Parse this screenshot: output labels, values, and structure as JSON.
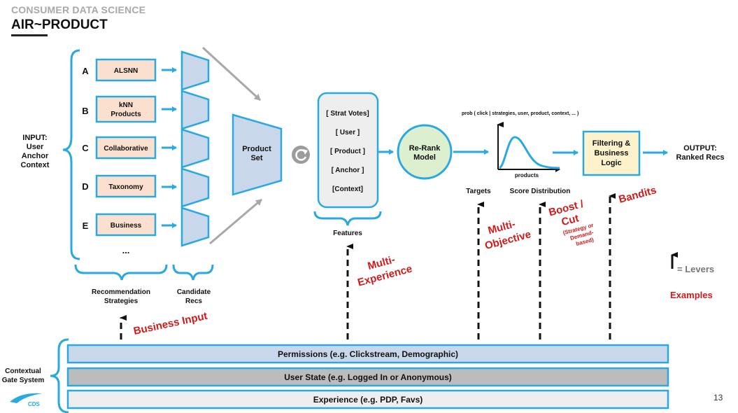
{
  "header": {
    "subtitle": "CONSUMER DATA SCIENCE",
    "title": "AIR~PRODUCT"
  },
  "input_label": [
    "INPUT:",
    "User",
    "Anchor",
    "Context"
  ],
  "strategies": [
    {
      "letter": "A",
      "name": [
        "ALSNN"
      ]
    },
    {
      "letter": "B",
      "name": [
        "kNN",
        "Products"
      ]
    },
    {
      "letter": "C",
      "name": [
        "Collaborative"
      ]
    },
    {
      "letter": "D",
      "name": [
        "Taxonomy"
      ]
    },
    {
      "letter": "E",
      "name": [
        "Business"
      ]
    }
  ],
  "strategies_more": "...",
  "recommendation_strategies_label": [
    "Recommendation",
    "Strategies"
  ],
  "candidate_recs_label": [
    "Candidate",
    "Recs"
  ],
  "product_set_label": [
    "Product",
    "Set"
  ],
  "features": [
    "[ Strat Votes]",
    "[ User ]",
    "[ Product ]",
    "[ Anchor ]",
    "[Context]"
  ],
  "features_label": "Features",
  "rerank_label": [
    "Re-Rank",
    "Model"
  ],
  "prob_label": "prob ( click | strategies, user, product, context, ... )",
  "curve_axis_label": "products",
  "filtering_label": [
    "Filtering &",
    "Business",
    "Logic"
  ],
  "output_label": [
    "OUTPUT:",
    "Ranked Recs"
  ],
  "targets_label": "Targets",
  "score_distribution_label": "Score Distribution",
  "red_labels": {
    "business_input": "Business Input",
    "multi_experience": [
      "Multi-",
      "Experience"
    ],
    "multi_objective": [
      "Multi-",
      "Objective"
    ],
    "boost_cut": [
      "Boost /",
      "Cut"
    ],
    "boost_cut_note": [
      "(Strategy or",
      "Demand-",
      "based)"
    ],
    "bandits": "Bandits",
    "examples": "Examples"
  },
  "levers_label": "= Levers",
  "gate_label": [
    "Contextual",
    "Gate System"
  ],
  "gates": [
    "Permissions (e.g.  Clickstream, Demographic)",
    "User State (e.g. Logged In or Anonymous)",
    "Experience (e.g. PDP, Favs)"
  ],
  "logo_text": "CDS",
  "page_number": "13",
  "colors": {
    "accent_blue": "#29a9df",
    "strategy_fill": "#fbe0cf",
    "candidate_fill": "#c9d7eb",
    "rerank_fill": "#dcefcf",
    "filter_fill": "#fdf2cc",
    "red": "#d11a1a"
  }
}
